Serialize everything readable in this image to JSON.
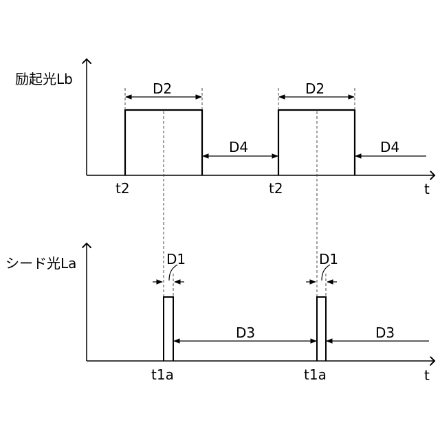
{
  "top": {
    "axis_label": "励起光Lb",
    "time_axis": "t",
    "time_marks": [
      "t2",
      "t2"
    ],
    "durations": {
      "pulse": "D2",
      "gap": "D4"
    }
  },
  "bottom": {
    "axis_label": "シード光La",
    "time_axis": "t",
    "time_marks": [
      "t1a",
      "t1a"
    ],
    "durations": {
      "pulse": "D1",
      "gap": "D3"
    }
  }
}
